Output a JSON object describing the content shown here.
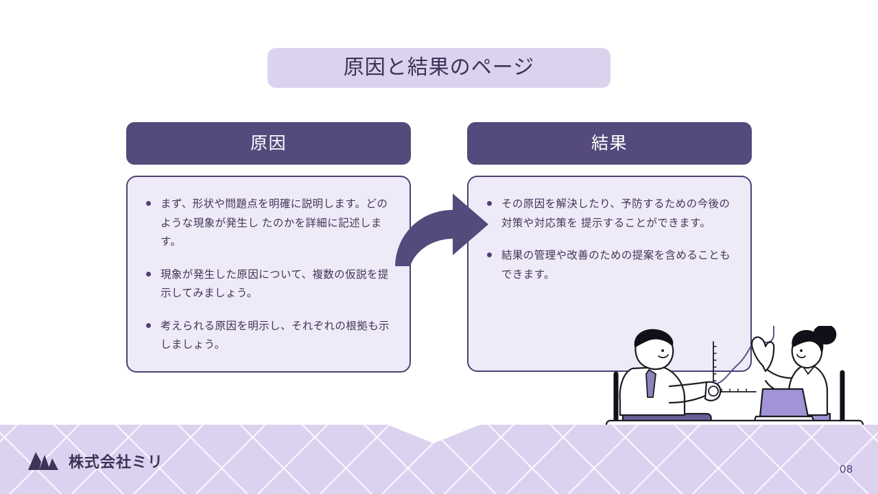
{
  "slide": {
    "title": "原因と結果のページ",
    "page_number": "08"
  },
  "colors": {
    "background": "#ffffff",
    "title_pill": "#ddd2ee",
    "title_text": "#3d3357",
    "header_bar": "#554a7c",
    "header_text": "#ffffff",
    "card_fill": "#eeeaf7",
    "card_border": "#4b4070",
    "body_text": "#403758",
    "arrow": "#554a7c",
    "footer_band": "#dbd2f0",
    "accent_light": "#a393d6"
  },
  "columns": [
    {
      "id": "cause",
      "header": "原因",
      "bullets": [
        "まず、形状や問題点を明確に説明します。どのような現象が発生し たのかを詳細に記述します。",
        "現象が発生した原因について、複数の仮説を提示してみましょう。",
        "考えられる原因を明示し、それぞれの根拠も示しましょう。"
      ]
    },
    {
      "id": "result",
      "header": "結果",
      "bullets": [
        "その原因を解決したり、予防するための今後の対策や対応策を 提示することができます。",
        "結果の管理や改善のための提案を含めることもできます。"
      ]
    }
  ],
  "arrow": {
    "icon": "curved-right-arrow",
    "direction": "right"
  },
  "footer": {
    "logo_icon": "mountain-m-logo",
    "company_name": "株式会社ミリ"
  },
  "illustration": {
    "name": "two-people-at-desk-with-chart",
    "people": [
      "man-pointing",
      "woman-with-laptop"
    ]
  }
}
